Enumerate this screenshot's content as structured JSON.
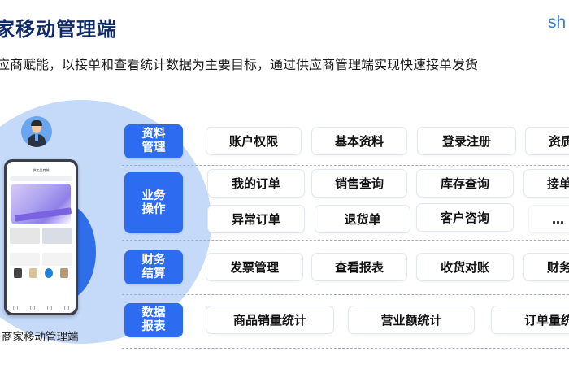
{
  "header": {
    "title": "家移动管理端",
    "brand": "sh",
    "subtitle": "应商赋能，以接单和查看统计数据为主要目标，通过供应商管理端实现快速接单发货"
  },
  "phone": {
    "app_title": "供工品商城",
    "caption": "商家移动管理端"
  },
  "colors": {
    "accent": "#2d6cf0",
    "title": "#0f2a66",
    "circle": "#c5d9f9",
    "blob": "#2e6ee8"
  },
  "sections": [
    {
      "label": "资料管理",
      "label_lines": [
        "资料",
        "管理"
      ],
      "rows": [
        [
          "账户权限",
          "基本资料",
          "登录注册",
          "资质"
        ]
      ]
    },
    {
      "label": "业务操作",
      "label_lines": [
        "业务",
        "操作"
      ],
      "rows": [
        [
          "我的订单",
          "销售查询",
          "库存查询",
          "接单"
        ],
        [
          "异常订单",
          "退货单",
          "客户咨询",
          "…"
        ]
      ]
    },
    {
      "label": "财务结算",
      "label_lines": [
        "财务",
        "结算"
      ],
      "rows": [
        [
          "发票管理",
          "查看报表",
          "收货对账",
          "财务"
        ]
      ]
    },
    {
      "label": "数据报表",
      "label_lines": [
        "数据",
        "报表"
      ],
      "rows": [
        [
          "商品销量统计",
          "营业额统计",
          "订单量统"
        ]
      ]
    }
  ]
}
